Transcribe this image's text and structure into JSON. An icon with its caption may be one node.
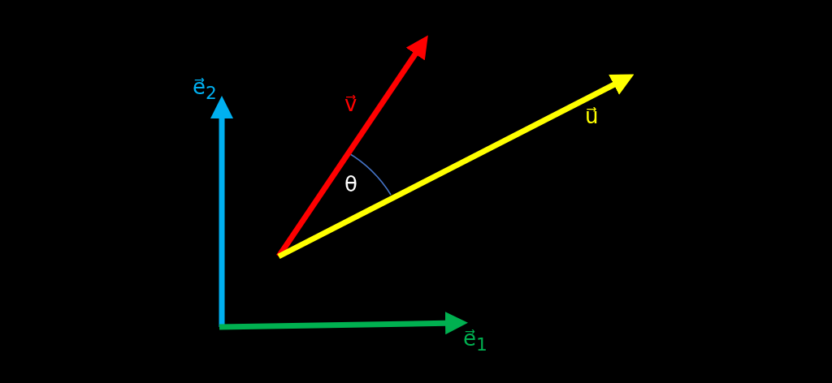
{
  "diagram": {
    "labels": [
      "e⃗$_{2}$",
      "v⃗",
      "θ",
      "u⃗",
      "e⃗$_{1}$"
    ]
  }
}
